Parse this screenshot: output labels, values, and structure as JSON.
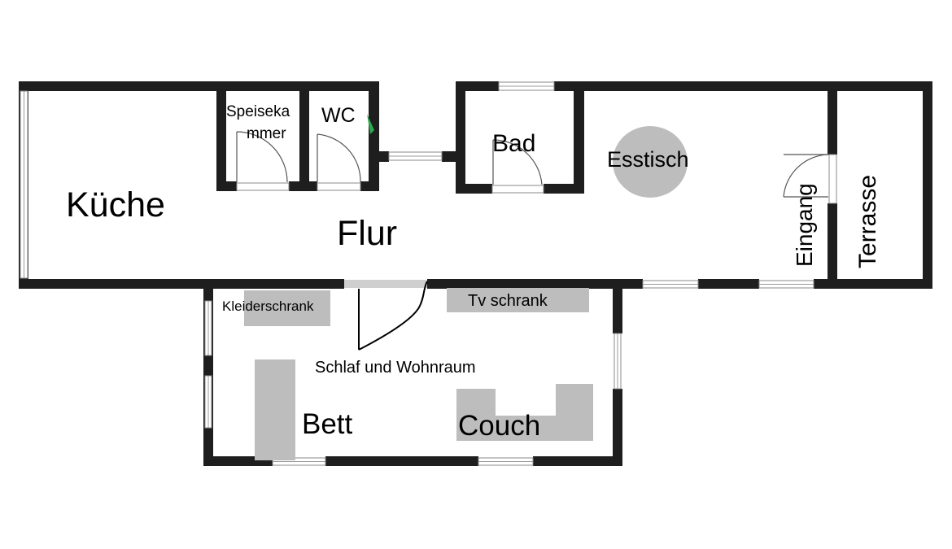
{
  "floorplan": {
    "rooms": {
      "kueche": "Küche",
      "speisekammer_line1": "Speiseka",
      "speisekammer_line2": "mmer",
      "wc": "WC",
      "bad": "Bad",
      "esstisch": "Esstisch",
      "flur": "Flur",
      "eingang": "Eingang",
      "terrasse": "Terrasse",
      "kleiderschrank": "Kleiderschrank",
      "tv_schrank": "Tv schrank",
      "schlaf_wohnraum": "Schlaf und Wohnraum",
      "bett": "Bett",
      "couch": "Couch"
    },
    "colors": {
      "wall": "#1e1e1e",
      "furniture": "#bdbdbd",
      "background": "#ffffff"
    }
  }
}
